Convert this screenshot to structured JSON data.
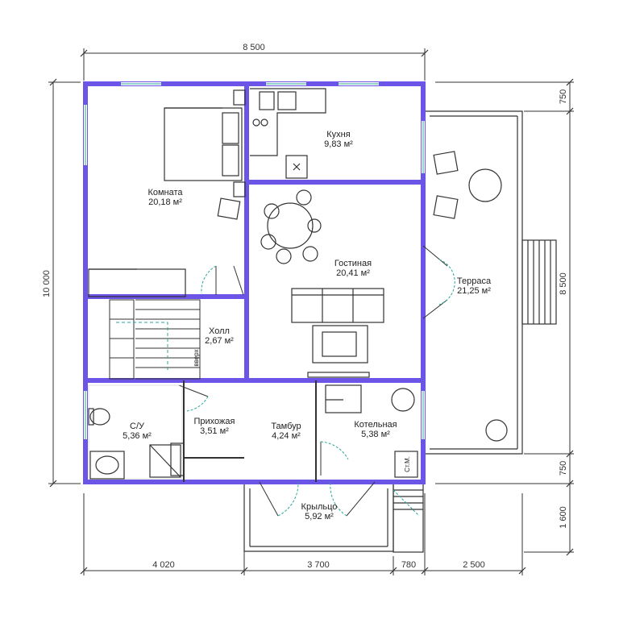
{
  "colors": {
    "wall": "#6a55e6",
    "line": "#333333",
    "door_swing": "#2aa79a"
  },
  "dimensions": {
    "top_total": "8 500",
    "left_total": "10 000",
    "right_terrace": "8 500",
    "right_top": "750",
    "right_bottom": "750",
    "right_porch": "1 600",
    "bottom_1": "4 020",
    "bottom_2": "3 700",
    "bottom_3": "780",
    "bottom_4": "2 500"
  },
  "rooms": [
    {
      "name": "Комната",
      "area": "20,18 м²"
    },
    {
      "name": "Кухня",
      "area": "9,83 м²"
    },
    {
      "name": "Гостиная",
      "area": "20,41 м²"
    },
    {
      "name": "Терраса",
      "area": "21,25 м²"
    },
    {
      "name": "Холл",
      "area": "2,67 м²"
    },
    {
      "name": "С/У",
      "area": "5,36 м²"
    },
    {
      "name": "Прихожая",
      "area": "3,51 м²"
    },
    {
      "name": "Тамбур",
      "area": "4,24 м²"
    },
    {
      "name": "Котельная",
      "area": "5,38 м²"
    },
    {
      "name": "Крыльцо",
      "area": "5,92 м²"
    }
  ],
  "labels": {
    "boiler_mark": "Ст.М.",
    "stair_mark": "вверх"
  }
}
